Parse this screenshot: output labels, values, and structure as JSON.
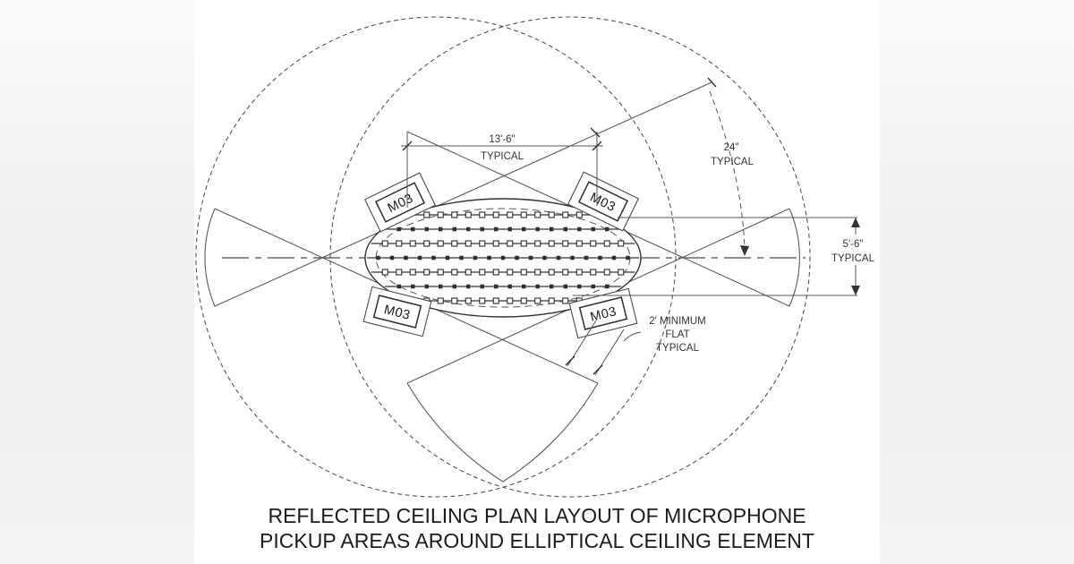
{
  "page": {
    "background_color": "#f1f1f1",
    "panel_color": "#ffffff",
    "line_color": "#4a4a4a",
    "text_color": "#2e2e2e"
  },
  "diagram": {
    "title_line1": "REFLECTED CEILING PLAN LAYOUT OF MICROPHONE",
    "title_line2": "PICKUP AREAS AROUND ELLIPTICAL CEILING ELEMENT",
    "dimensions": {
      "mic_spacing_horizontal": {
        "value": "13'-6\"",
        "qualifier": "TYPICAL"
      },
      "element_spacing": {
        "value": "24\"",
        "qualifier": "TYPICAL"
      },
      "mic_spacing_vertical": {
        "value": "5'-6\"",
        "qualifier": "TYPICAL"
      },
      "flat_zone": {
        "line1": "2' MINIMUM",
        "line2": "FLAT",
        "line3": "TYPICAL"
      }
    },
    "tags": [
      {
        "label": "M03",
        "position": "upper-left"
      },
      {
        "label": "M03",
        "position": "upper-right"
      },
      {
        "label": "M03",
        "position": "lower-left"
      },
      {
        "label": "M03",
        "position": "lower-right"
      }
    ]
  }
}
